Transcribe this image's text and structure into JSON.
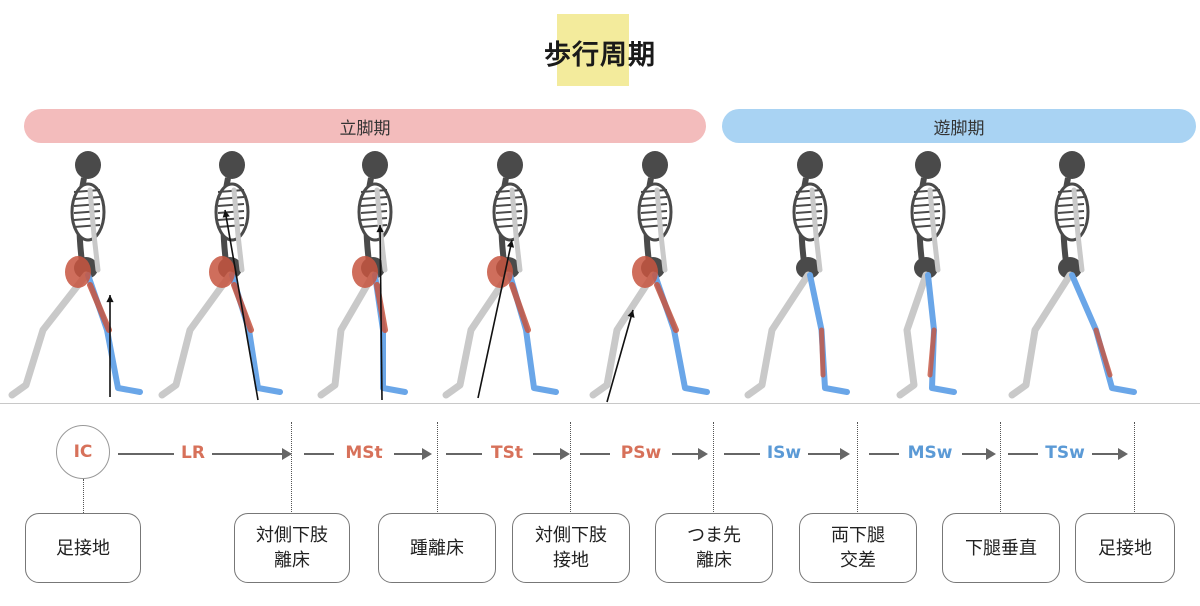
{
  "title": "歩行周期",
  "colors": {
    "stance_bar": "#f3bcbc",
    "swing_bar": "#a9d3f3",
    "stance_text": "#d7715a",
    "swing_text": "#5b9ad6",
    "highlight": "#f3eb9c"
  },
  "phases": {
    "stance": "立脚期",
    "swing": "遊脚期"
  },
  "subphases": [
    {
      "label": "IC",
      "group": "stance"
    },
    {
      "label": "LR",
      "group": "stance"
    },
    {
      "label": "MSt",
      "group": "stance"
    },
    {
      "label": "TSt",
      "group": "stance"
    },
    {
      "label": "PSw",
      "group": "stance"
    },
    {
      "label": "ISw",
      "group": "swing"
    },
    {
      "label": "MSw",
      "group": "swing"
    },
    {
      "label": "TSw",
      "group": "swing"
    }
  ],
  "events": [
    {
      "line1": "足接地",
      "line2": ""
    },
    {
      "line1": "対側下肢",
      "line2": "離床"
    },
    {
      "line1": "踵離床",
      "line2": ""
    },
    {
      "line1": "対側下肢",
      "line2": "接地"
    },
    {
      "line1": "つま先",
      "line2": "離床"
    },
    {
      "line1": "両下腿",
      "line2": "交差"
    },
    {
      "line1": "下腿垂直",
      "line2": ""
    },
    {
      "line1": "足接地",
      "line2": ""
    }
  ]
}
